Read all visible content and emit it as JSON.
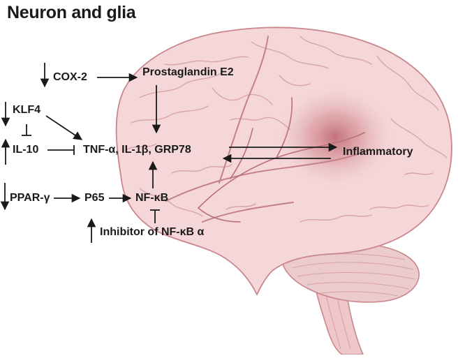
{
  "title": "Neuron and glia",
  "nodes": {
    "cox2": "COX-2",
    "pge2": "Prostaglandin E2",
    "klf4": "KLF4",
    "il10": "IL-10",
    "cytokines": "TNF-α, IL-1β, GRP78",
    "inflammatory": "Inflammatory",
    "ppar": "PPAR-γ",
    "p65": "P65",
    "nfkb": "NF-κB",
    "inhibitor": "Inhibitor of NF-κB α"
  },
  "regulation": {
    "cox2": "down",
    "klf4": "down",
    "il10": "up",
    "ppar": "down",
    "inhibitor": "up"
  },
  "colors": {
    "text": "#1a1a1a",
    "brain_fill": "#f5d7d9",
    "brain_outline": "#c9868d",
    "brain_gyri": "#d9a4a9",
    "hotspot": "#b2505a",
    "cerebellum": "#eccbcd",
    "arrow": "#1a1a1a"
  },
  "icons": {
    "down_arrow": "down-arrow-icon",
    "up_arrow": "up-arrow-icon"
  }
}
